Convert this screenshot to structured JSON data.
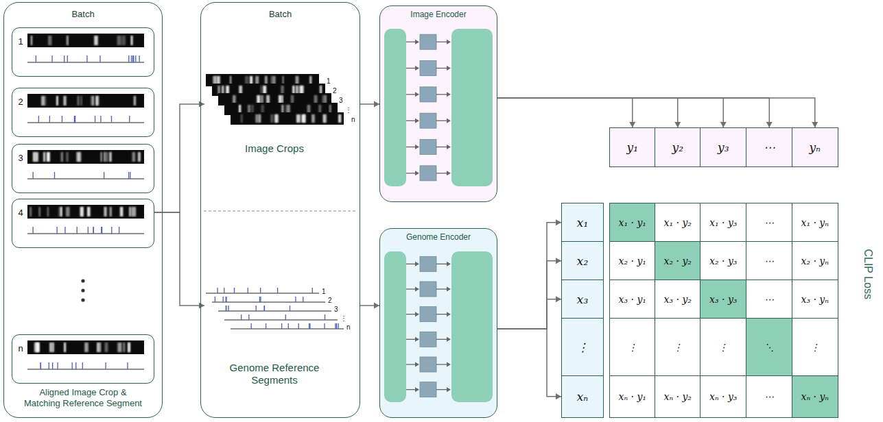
{
  "diagram": {
    "nodes": [
      {
        "text": [
          "Batch",
          "Aligned Image Crop & Matching Reference Segment"
        ]
      },
      {
        "text": [
          "1"
        ],
        "in": 0
      },
      {
        "text": [
          "2"
        ],
        "in": 0
      },
      {
        "text": [
          "3"
        ],
        "in": 0
      },
      {
        "text": [
          "4"
        ],
        "in": 0
      },
      {
        "text": [
          "n"
        ],
        "in": 0
      },
      {
        "text": [
          "Batch"
        ]
      },
      {
        "text": [
          "Image Encoder"
        ]
      },
      {
        "text": [
          "Genome Encoder"
        ]
      },
      {
        "text": [
          "y₁"
        ]
      },
      {
        "text": [
          "y₂"
        ]
      },
      {
        "text": [
          "y₃"
        ]
      },
      {
        "text": [
          "⋯"
        ]
      },
      {
        "text": [
          "yₙ"
        ]
      },
      {
        "text": [
          "x₁"
        ]
      },
      {
        "text": [
          "x₂"
        ]
      },
      {
        "text": [
          "x₃"
        ]
      },
      {
        "text": [
          "⋮"
        ]
      },
      {
        "text": [
          "xₙ"
        ]
      },
      {
        "text": [
          "x₁ · y₁"
        ]
      },
      {
        "text": [
          "x₁ · y₂"
        ]
      },
      {
        "text": [
          "x₁ · y₃"
        ]
      },
      {
        "text": [
          "⋯"
        ]
      },
      {
        "text": [
          "x₁ · yₙ"
        ]
      },
      {
        "text": [
          "x₂ · y₁"
        ]
      },
      {
        "text": [
          "x₂ · y₂"
        ]
      },
      {
        "text": [
          "x₂ · y₃"
        ]
      },
      {
        "text": [
          "⋯"
        ]
      },
      {
        "text": [
          "x₂ · yₙ"
        ]
      },
      {
        "text": [
          "x₃ · y₁"
        ]
      },
      {
        "text": [
          "x₃ · y₂"
        ]
      },
      {
        "text": [
          "x₃ · y₃"
        ]
      },
      {
        "text": [
          "⋯"
        ]
      },
      {
        "text": [
          "x₃ · yₙ"
        ]
      },
      {
        "text": [
          "⋮"
        ]
      },
      {
        "text": [
          "⋮"
        ]
      },
      {
        "text": [
          "⋮"
        ]
      },
      {
        "text": [
          "⋱"
        ]
      },
      {
        "text": [
          "⋮"
        ]
      },
      {
        "text": [
          "xₙ · y₁"
        ]
      },
      {
        "text": [
          "xₙ · y₂"
        ]
      },
      {
        "text": [
          "xₙ · y₃"
        ]
      },
      {
        "text": [
          "⋯"
        ]
      },
      {
        "text": [
          "xₙ · yₙ"
        ]
      }
    ],
    "edges": [
      {
        "from": 4,
        "to": 6,
        "arrow": "to"
      },
      {
        "from": 4,
        "to": 6,
        "arrow": "to"
      },
      {
        "from": 6,
        "to": 7,
        "arrow": "to"
      },
      {
        "from": 6,
        "to": 8,
        "arrow": "to"
      },
      {
        "from": 7,
        "to": 9,
        "arrow": "to"
      },
      {
        "from": 7,
        "to": 10,
        "arrow": "to"
      },
      {
        "from": 7,
        "to": 11,
        "arrow": "to"
      },
      {
        "from": 7,
        "to": 12,
        "arrow": "to"
      },
      {
        "from": 7,
        "to": 13,
        "arrow": "to"
      },
      {
        "from": 8,
        "to": 14,
        "arrow": "to"
      },
      {
        "from": 8,
        "to": 15,
        "arrow": "to"
      },
      {
        "from": 8,
        "to": 16,
        "arrow": "to"
      },
      {
        "from": 8,
        "to": 18,
        "arrow": "to"
      }
    ],
    "labels": [
      "1",
      "2",
      "3",
      "⋮",
      "n",
      "Image Crops",
      "1",
      "2",
      "3",
      "⋮",
      "n",
      "Genome Reference Segments",
      "CLIP Loss"
    ]
  }
}
